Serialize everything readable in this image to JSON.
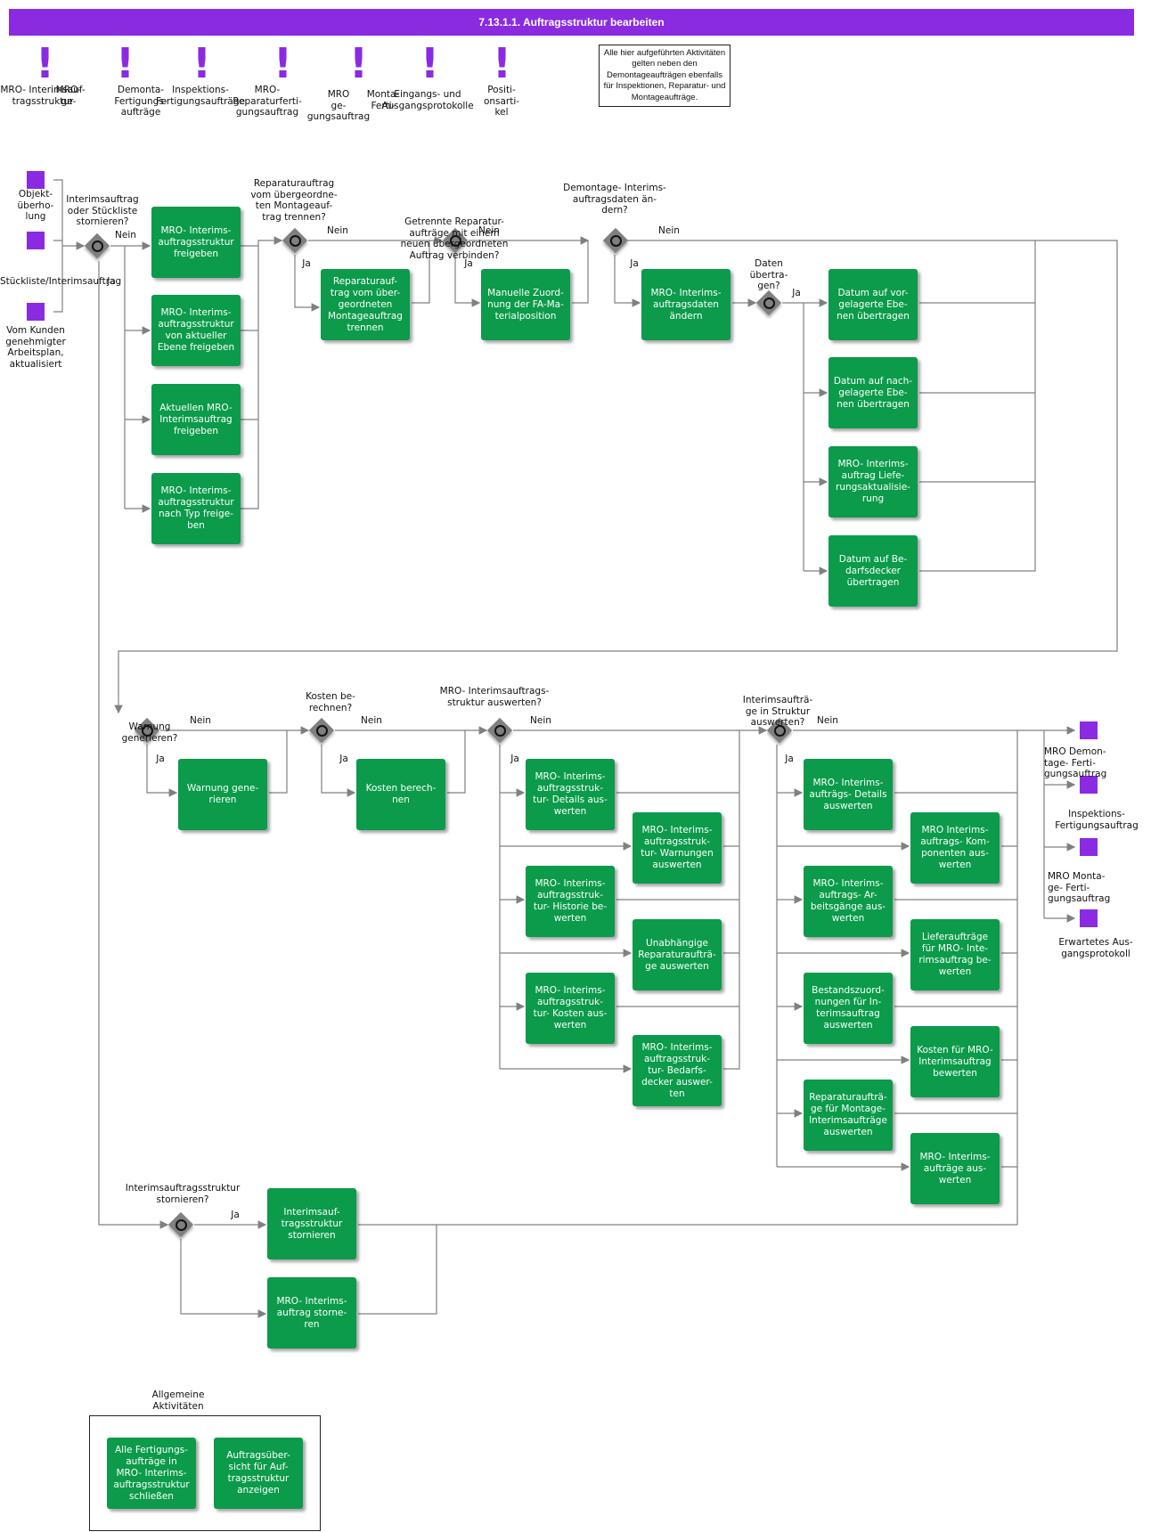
{
  "title": "7.13.1.1. Auftragsstruktur bearbeiten",
  "note": "Alle hier aufgeführten Aktivitäten gelten neben den Demontageaufträgen ebenfalls für Inspektionen, Reparatur- und Montageaufträge.",
  "colors": {
    "header": "#8a2be2",
    "activity": "#0b9b4a",
    "gateway": "#7f7f7f",
    "event": "#8a2be2",
    "line": "#808080"
  },
  "top_objects": [
    "MRO- Interimsauf-\ntragsstruktur",
    "MRO-\nge-",
    "Demonta-\nFertigungs-\naufträge",
    "Inspektions-\nFertigungsaufträge",
    "MRO-\nReparaturferti-\ngungsauftrag",
    "MRO\nge-\ngungsauftrag",
    "Monta-\nFerti-",
    "Eingangs- und\nAusgangsprotokolle",
    "Positi-\nonsarti-\nkel"
  ],
  "start_events": [
    "Objekt-\nüberho-\nlung",
    "Stückliste/Interimsauftrag",
    "Vom Kunden\ngenehmigter\nArbeitsplan,\naktualisiert"
  ],
  "end_events": [
    "MRO      Demon-\ntage-      Ferti-\ngungsauftrag",
    "Inspektions-\nFertigungsauftrag",
    "MRO      Monta-\nge-        Ferti-\ngungsauftrag",
    "Erwartetes      Aus-\ngangsprotokoll"
  ],
  "gateways": {
    "g1": "Interimsauftrag\noder  Stückliste\nstornieren?",
    "g2": "Reparaturauftrag\nvom übergeordne-\nten Montageauf-\ntrag trennen?",
    "g3": "Getrennte Reparatur-\naufträge mit einem\nneuen übergeordneten\nAuftrag verbinden?",
    "g4": "Demontage- Interims-\nauftragsdaten  än-\ndern?",
    "g5": "Daten\nübertra-\ngen?",
    "g6": "Warnung\ngenerieren?",
    "g7": "Kosten  be-\nrechnen?",
    "g8": "MRO- Interimsauftrags-\nstruktur  auswerten?",
    "g9": "Interimsaufträ-\nge in Struktur\nauswerten?",
    "g10": "Interimsauftragsstruktur\nstornieren?"
  },
  "labels": {
    "yes": "Ja",
    "no": "Nein",
    "general": "Allgemeine\nAktivitäten"
  },
  "activities": {
    "a1": "MRO- Interims-\nauftragsstruktur\nfreigeben",
    "a2": "MRO- Interims-\nauftragsstruktur\nvon aktueller\nEbene freigeben",
    "a3": "Aktuellen MRO-\nInterimsauftrag\nfreigeben",
    "a4": "MRO- Interims-\nauftragsstruktur\nnach Typ freige-\nben",
    "a5": "Reparaturauf-\ntrag vom über-\ngeordneten\nMontageauftrag\ntrennen",
    "a6": "Manuelle Zuord-\nnung der FA-Ma-\nterialposition",
    "a7": "MRO- Interims-\nauftragsdaten\nändern",
    "a8": "Datum auf vor-\ngelagerte Ebe-\nnen übertragen",
    "a9": "Datum auf nach-\ngelagerte Ebe-\nnen übertragen",
    "a10": "MRO- Interims-\nauftrag  Liefe-\nrungsaktualisie-\nrung",
    "a11": "Datum auf Be-\ndarfsdecker\nübertragen",
    "a12": "Warnung gene-\nrieren",
    "a13": "Kosten berech-\nnen",
    "a14": "MRO- Interims-\nauftragsstruk-\ntur- Details aus-\nwerten",
    "a15": "MRO- Interims-\nauftragsstruk-\ntur- Warnungen\nauswerten",
    "a16": "MRO- Interims-\nauftragsstruk-\ntur- Historie be-\nwerten",
    "a17": "Unabhängige\nReparaturaufträ-\nge auswerten",
    "a18": "MRO- Interims-\nauftragsstruk-\ntur- Kosten aus-\nwerten",
    "a19": "MRO- Interims-\nauftragsstruk-\ntur- Bedarfs-\ndecker  auswer-\nten",
    "a20": "MRO- Interims-\naufträgs- Details\nauswerten",
    "a21": "MRO  Interims-\nauftrags- Kom-\nponenten  aus-\nwerten",
    "a22": "MRO- Interims-\nauftrags- Ar-\nbeitsgänge  aus-\nwerten",
    "a23": "Lieferaufträge\nfür  MRO- Inte-\nrimsauftrag  be-\nwerten",
    "a24": "Bestandszuord-\nnungen  für  In-\nterimsauftrag\nauswerten",
    "a25": "Kosten für MRO-\nInterimsauftrag\nbewerten",
    "a26": "Reparaturaufträ-\nge  für Montage-\nInterimsaufträge\nauswerten",
    "a27": "MRO- Interims-\naufträge  aus-\nwerten",
    "a28": "Interimsauf-\ntragsstruktur\nstornieren",
    "a29": "MRO- Interims-\nauftrag  storne-\nren",
    "a30": "Alle  Fertigungs-\naufträge  in\nMRO- Interims-\nauftragsstruktur\nschließen",
    "a31": "Auftragsüber-\nsicht für Auf-\ntragsstruktur\nanzeigen"
  }
}
